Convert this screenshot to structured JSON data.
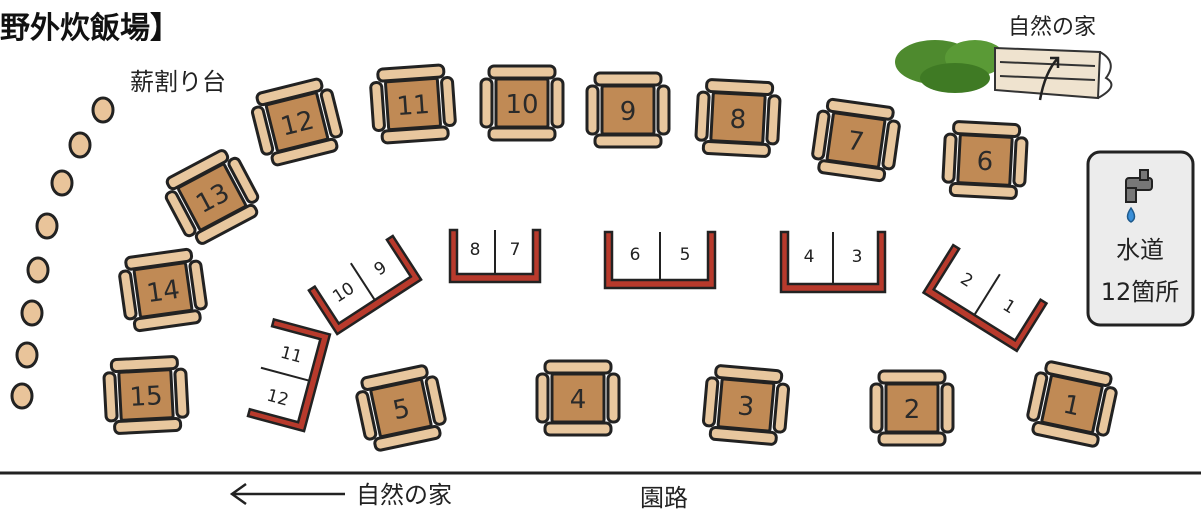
{
  "title": "野外炊飯場】",
  "labels": {
    "firewood": "薪割り台",
    "nature_house_top": "自然の家",
    "nature_house_bottom": "自然の家",
    "garden_path": "園路",
    "water_line1": "水道",
    "water_line2": "12箇所"
  },
  "tables": [
    "1",
    "2",
    "3",
    "4",
    "5",
    "6",
    "7",
    "8",
    "9",
    "10",
    "11",
    "12",
    "13",
    "14",
    "15"
  ],
  "cooking_stands": [
    {
      "id": "stand-1-2",
      "slots": [
        "2",
        "1"
      ]
    },
    {
      "id": "stand-3-4",
      "slots": [
        "4",
        "3"
      ]
    },
    {
      "id": "stand-5-6",
      "slots": [
        "6",
        "5"
      ]
    },
    {
      "id": "stand-7-8",
      "slots": [
        "8",
        "7"
      ]
    },
    {
      "id": "stand-9-10",
      "slots": [
        "10",
        "9"
      ]
    },
    {
      "id": "stand-11-12",
      "slots": [
        "11",
        "12"
      ]
    }
  ],
  "colors": {
    "table": "#c08a55",
    "bench": "#e8c79e",
    "stand": "#b83a2c",
    "outline": "#222222",
    "tree": "#4e8a2e",
    "water_box": "#ececec"
  },
  "icons": [
    "faucet-icon",
    "water-drop-icon",
    "arrow-left-icon",
    "arrow-up-icon",
    "tree-icon",
    "log-icon"
  ]
}
